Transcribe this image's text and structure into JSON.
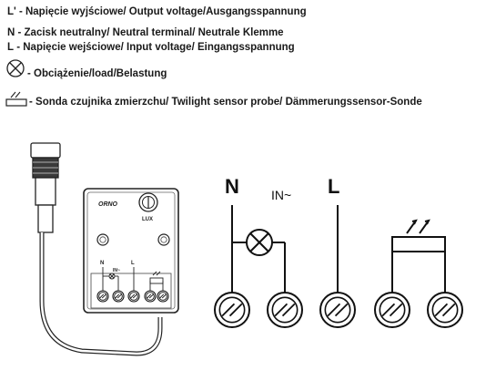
{
  "legend": {
    "output": {
      "code": "L'",
      "text": " - Napięcie wyjściowe/ Output voltage/Ausgangsspannung"
    },
    "neutral": {
      "code": "N",
      "text": " - Zacisk neutralny/ Neutral terminal/ Neutrale Klemme"
    },
    "input": {
      "code": "L",
      "text": " - Napięcie wejściowe/ Input voltage/ Eingangsspannung"
    },
    "load": {
      "icon": "lamp-load-icon",
      "text": "- Obciążenie/load/Belastung"
    },
    "sensor": {
      "icon": "sensor-probe-icon",
      "text": "- Sonda czujnika zmierzchu/  Twilight sensor probe/ Dämmerungssensor-Sonde"
    }
  },
  "device": {
    "brand": "ORNO",
    "knob_label": "LUX",
    "terminal_labels": {
      "n": "N",
      "in": "IN~",
      "l": "L"
    }
  },
  "diagram": {
    "label_n": "N",
    "label_in": "IN~",
    "label_l": "L"
  }
}
